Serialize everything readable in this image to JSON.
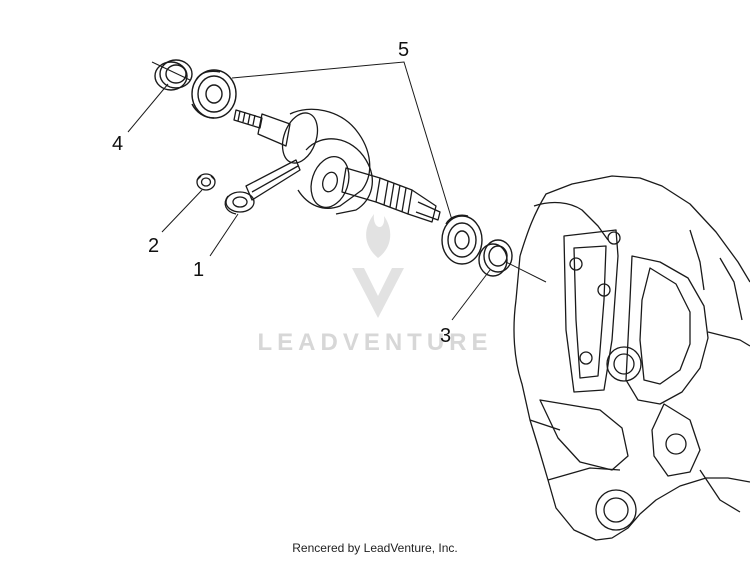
{
  "callouts": {
    "part_1": "1",
    "part_2": "2",
    "part_3": "3",
    "part_4": "4",
    "part_5": "5"
  },
  "watermark": {
    "text": "LEADVENTURE",
    "icon": "leadventure-flame-v-logo",
    "color": "#d7d7d7"
  },
  "footer": {
    "credit": "Rencered by LeadVenture, Inc."
  }
}
